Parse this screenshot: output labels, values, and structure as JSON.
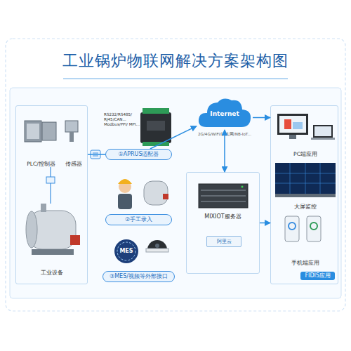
{
  "diagram": {
    "title": "工业锅炉物联网解决方案架构图",
    "nodes": [
      {
        "text": [
          "工业设备"
        ]
      },
      {
        "text": [
          "PLC/控制器"
        ],
        "in": 0
      },
      {
        "text": [
          "传感器"
        ],
        "in": 0
      },
      {
        "text": [
          "①APRUS适配器"
        ]
      },
      {
        "text": [
          "②手工录入"
        ]
      },
      {
        "text": [
          "③MES/视频等外部接口"
        ]
      },
      {
        "text": [
          "Internet"
        ]
      },
      {
        "text": [
          "MIXIOT服务器"
        ]
      },
      {
        "text": [
          "阿里云"
        ],
        "in": 7
      },
      {
        "text": [
          "FIDIS应用"
        ]
      },
      {
        "text": [
          "PC端应用"
        ],
        "in": 9
      },
      {
        "text": [
          "大屏监控"
        ],
        "in": 9
      },
      {
        "text": [
          "手机端应用"
        ],
        "in": 9
      }
    ],
    "edges": [
      {
        "from": 0,
        "to": 3,
        "arrow": "none"
      },
      {
        "from": 3,
        "to": 6,
        "arrow": "to"
      },
      {
        "from": 6,
        "to": 7,
        "arrow": "both"
      },
      {
        "from": 7,
        "to": 9,
        "arrow": "to"
      },
      {
        "from": 6,
        "to": 9,
        "arrow": "to"
      }
    ],
    "labels": [
      "RS232/RS485/ RJ45/CAN... Modbus/PPI/ MPI...",
      "MES",
      "2G/4G/WiFi/以太网/NB-IoT..."
    ]
  }
}
